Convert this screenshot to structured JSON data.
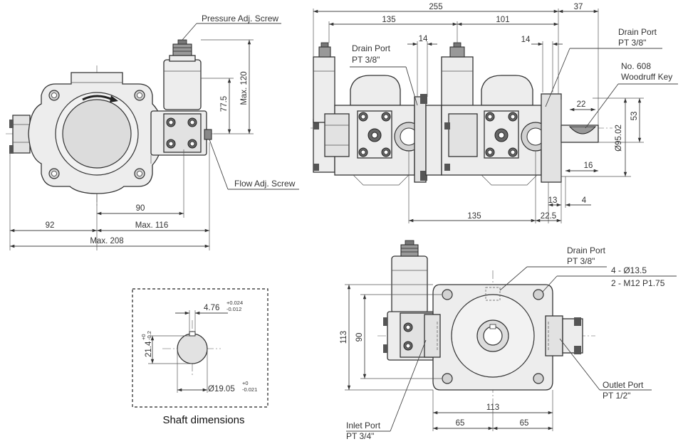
{
  "caption": "Shaft dimensions",
  "callouts": {
    "pressure_adj": "Pressure Adj. Screw",
    "flow_adj": "Flow Adj. Screw",
    "drain_port_side": [
      "Drain Port",
      "PT 3/8\""
    ],
    "drain_port_mid": [
      "Drain Port",
      "PT 3/8\""
    ],
    "woodruff_key": [
      "No. 608",
      "Woodruff Key"
    ],
    "drain_port_bottom": [
      "Drain Port",
      "PT 3/8\""
    ],
    "holes": [
      "4 - Ø13.5",
      "2 - M12  P1.75"
    ],
    "outlet_port": [
      "Outlet Port",
      "PT 1/2\""
    ],
    "inlet_port": [
      "Inlet Port",
      "PT 3/4\""
    ]
  },
  "front_view_dims": {
    "max_120": "Max. 120",
    "d77_5": "77.5",
    "d90": "90",
    "d92": "92",
    "max_116": "Max. 116",
    "max_208": "Max. 208"
  },
  "side_view_dims": {
    "d255": "255",
    "d37": "37",
    "d135_top": "135",
    "d101": "101",
    "d14_a": "14",
    "d14_b": "14",
    "d22": "22",
    "d53": "53",
    "d95_02": "Ø95.02",
    "d16": "16",
    "d13": "13",
    "d4": "4",
    "d135_bottom": "135",
    "d22_5": "22.5"
  },
  "shaft_dims": {
    "key_width": "4.76",
    "key_tol_upper": "+0.024",
    "key_tol_lower": "-0.012",
    "key_height": "21.4",
    "height_tol_upper": "+0",
    "height_tol_lower": "-0.2",
    "diameter": "Ø19.05",
    "dia_tol_upper": "+0",
    "dia_tol_lower": "-0.021"
  },
  "rear_view_dims": {
    "d113_vert": "113",
    "d90_vert": "90",
    "d113_horiz": "113",
    "d65_left": "65",
    "d65_right": "65"
  }
}
